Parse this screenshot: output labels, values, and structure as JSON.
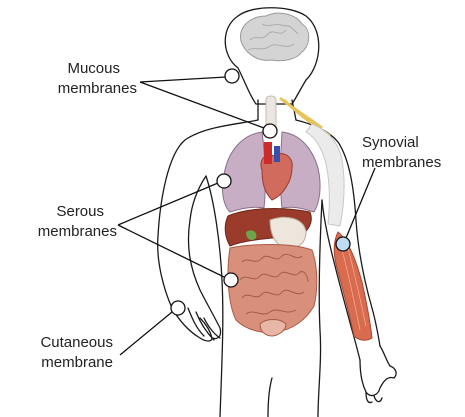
{
  "labels": {
    "mucous_line1": "Mucous",
    "mucous_line2": "membranes",
    "serous_line1": "Serous",
    "serous_line2": "membranes",
    "cutaneous_line1": "Cutaneous",
    "cutaneous_line2": "membrane",
    "synovial_line1": "Synovial",
    "synovial_line2": "membranes"
  },
  "colors": {
    "body_outline": "#1a1a1a",
    "brain": "#d4d4d4",
    "lung": "#c7aec4",
    "heart": "#d16b5e",
    "liver": "#9a3b2c",
    "intestine": "#d9907a",
    "muscle": "#d96b4f",
    "bone": "#ebebeb",
    "nerve": "#e8c35a",
    "marker_fill": "#ffffff",
    "synovial_marker_fill": "#bfdcf2"
  },
  "icons": [
    "mucous-marker-icon",
    "serous-marker-icon",
    "cutaneous-marker-icon",
    "synovial-marker-icon"
  ]
}
